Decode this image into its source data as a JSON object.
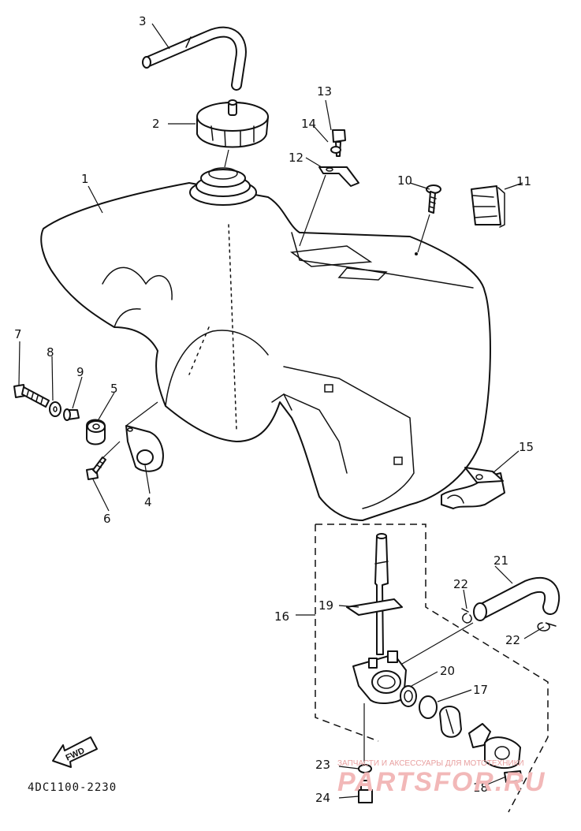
{
  "diagram": {
    "part_code": "4DC1100-2230",
    "fwd_label": "FWD",
    "callouts": [
      "1",
      "2",
      "3",
      "4",
      "5",
      "6",
      "7",
      "8",
      "9",
      "10",
      "11",
      "12",
      "13",
      "14",
      "15",
      "16",
      "17",
      "18",
      "19",
      "20",
      "21",
      "22",
      "22",
      "23",
      "24"
    ]
  },
  "watermark": {
    "line1": "ЗАПЧАСТИ И АКСЕССУАРЫ ДЛЯ МОТОТЕХНИКИ",
    "line2": "PARTSFOR.RU"
  },
  "colors": {
    "ink": "#111111",
    "watermark": "#f2b8b8"
  }
}
